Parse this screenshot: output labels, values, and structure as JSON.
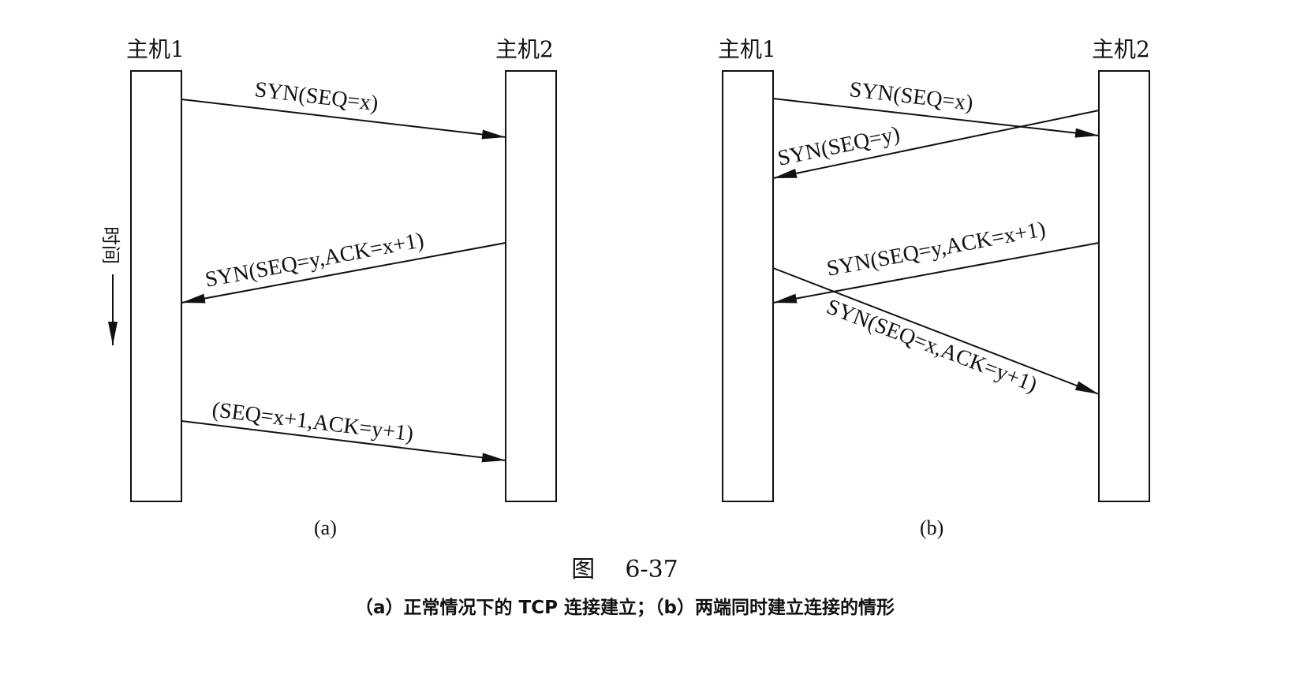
{
  "diagram_a": {
    "host1": "主机1",
    "host2": "主机2",
    "messages": [
      "SYN(SEQ=x)",
      "SYN(SEQ=y,ACK=x+1)",
      "(SEQ=x+1,ACK=y+1)"
    ],
    "time_label": "时间",
    "sublabel": "(a)"
  },
  "diagram_b": {
    "host1": "主机1",
    "host2": "主机2",
    "messages": [
      "SYN(SEQ=x)",
      "SYN(SEQ=y)",
      "SYN(SEQ=y,ACK=x+1)",
      "SYN(SEQ=x,ACK=y+1)"
    ],
    "sublabel": "(b)"
  },
  "figure": {
    "number": "图    6-37",
    "caption": "（a）正常情况下的 TCP 连接建立；（b）两端同时建立连接的情形"
  }
}
